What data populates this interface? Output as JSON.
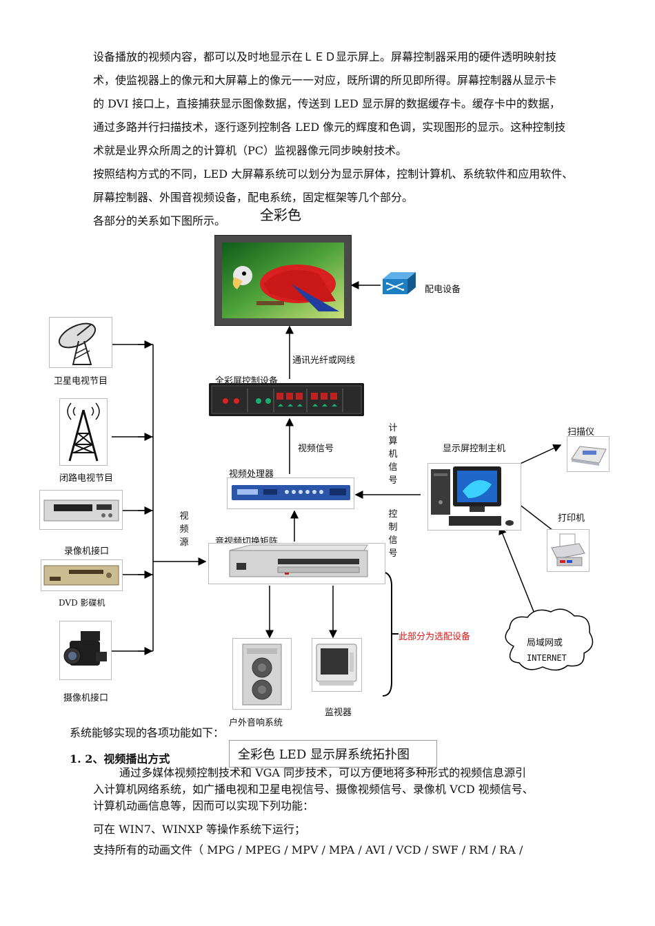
{
  "paragraphs": {
    "p1_l1": "设备播放的视频内容，都可以及时地显示在ＬＥＤ显示屏上。屏幕控制器采用的硬件透明映射技",
    "p1_l2": "术，使监视器上的像元和大屏幕上的像元一一对应，既所谓的所见即所得。屏幕控制器从显示卡",
    "p1_l3": "的 DVI 接口上，直接捕获显示图像数据，传送到 LED 显示屏的数据缓存卡。缓存卡中的数据，",
    "p1_l4": "通过多路并行扫描技术，逐行逐列控制各 LED 像元的辉度和色调，实现图形的显示。这种控制技",
    "p1_l5": "术就是业界众所周之的计算机（PC）监视器像元同步映射技术。",
    "p2_l1": "按照结构方式的不同，LED 大屏幕系统可以划分为显示屏体，控制计算机、系统软件和应用软件、",
    "p2_l2": "屏幕控制器、外围音视频设备，配电系统，固定框架等几个部分。",
    "p3": "各部分的关系如下图所示。"
  },
  "diagram": {
    "title_fullcolor": "全彩色",
    "power": "配电设备",
    "comm": "通讯光纤或网线",
    "controller": "全彩屏控制设备",
    "video_signal": "视频信号",
    "computer_signal": "计算机信号",
    "control_signal": "控制信号",
    "video_processor": "视频处理器",
    "av_matrix": "音视频切换矩阵",
    "video_source": "视频源",
    "host": "显示屏控制主机",
    "scanner": "扫描仪",
    "printer": "打印机",
    "lan_l1": "局域网或",
    "lan_l2": "INTERNET",
    "satellite": "卫星电视节目",
    "cctv": "闭路电视节目",
    "vcr": "录像机接口",
    "dvd": "DVD 影碟机",
    "camcorder": "摄像机接口",
    "speaker": "户外音响系统",
    "monitor": "监视器",
    "optional": "此部分为选配设备"
  },
  "after": {
    "functions": "系统能够实现的各项功能如下：",
    "caption": "全彩色 LED 显示屏系统拓扑图",
    "heading": "1. 2、视频播出方式",
    "p4_l1": "通过多媒体视频控制技术和 VGA 同步技术，可以方便地将多种形式的视频信息源引",
    "p4_l2": "入计算机网络系统，如广播电视和卫星电视信号、摄像视频信号、录像机 VCD 视频信号、",
    "p4_l3": "计算机动画信息等，因而可以实现下列功能：",
    "p5": "可在 WIN7、WINXP 等操作系统下运行；",
    "p6": "支持所有的动画文件（ MPG  / MPEG / MPV / MPA / AVI / VCD / SWF / RM / RA /"
  },
  "colors": {
    "accent_red": "#d81818",
    "cisco_blue": "#1c7fc4"
  }
}
